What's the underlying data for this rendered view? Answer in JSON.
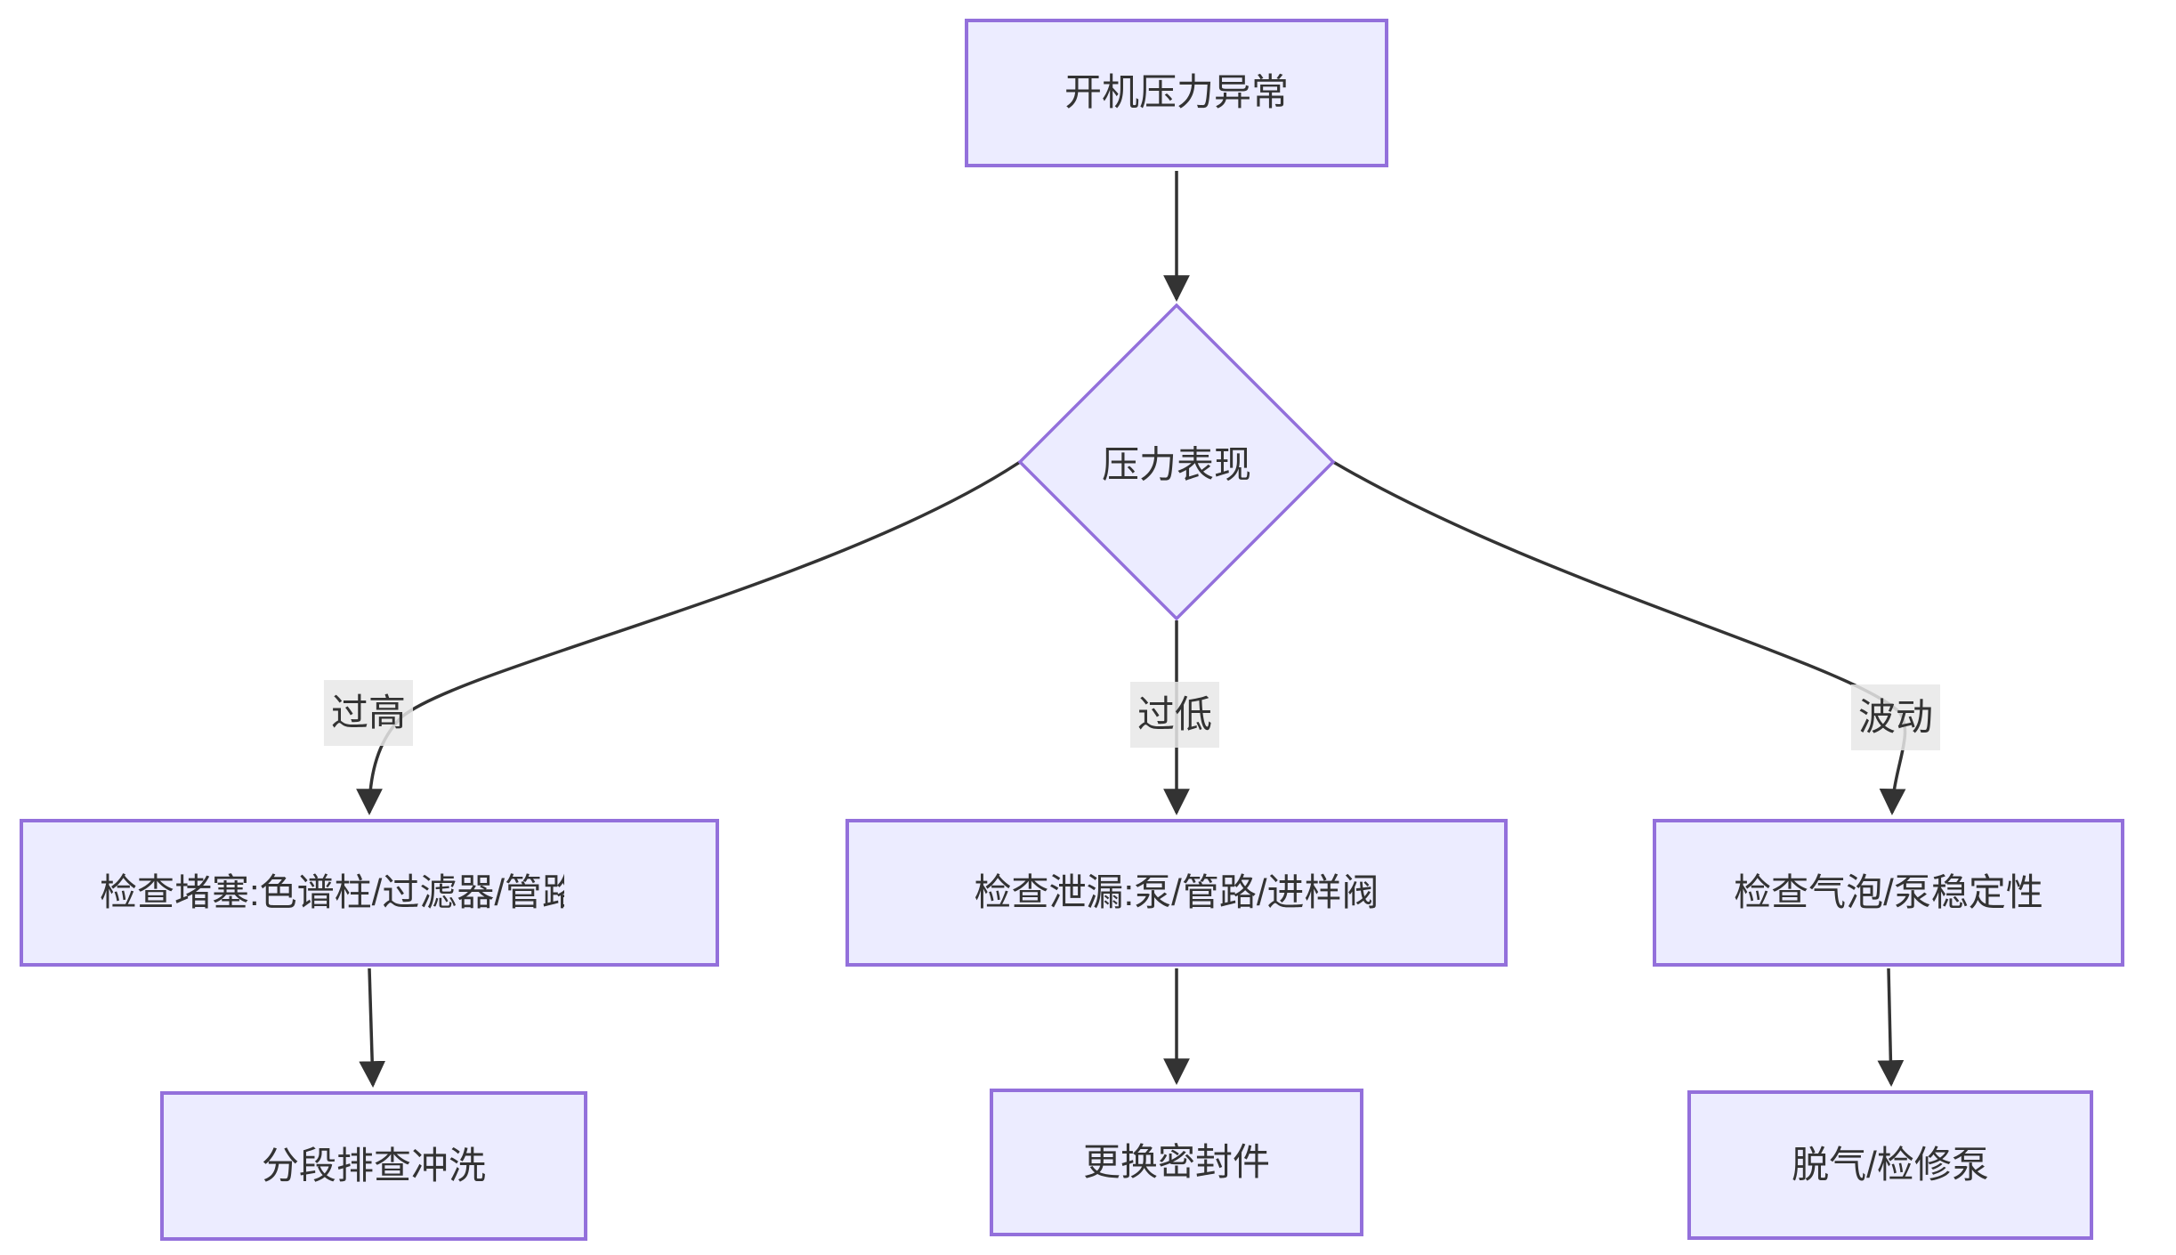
{
  "diagram": {
    "type": "flowchart",
    "direction": "top-down",
    "colors": {
      "background": "#ffffff",
      "node_fill": "#ECECFF",
      "node_border": "#9370DB",
      "edge_line": "#333333",
      "text": "#333333",
      "edge_label_bg": "#e8e8e8"
    },
    "nodes": {
      "start": {
        "label": "开机压力异常",
        "shape": "rectangle"
      },
      "decision": {
        "label": "压力表现",
        "shape": "diamond"
      },
      "check_blockage": {
        "label": "检查堵塞:色谱柱/过滤器/管路",
        "shape": "rectangle",
        "note": "text clipped at right edge in render"
      },
      "check_leak": {
        "label": "检查泄漏:泵/管路/进样阀",
        "shape": "rectangle"
      },
      "check_bubble": {
        "label": "检查气泡/泵稳定性",
        "shape": "rectangle"
      },
      "flush": {
        "label": "分段排查冲洗",
        "shape": "rectangle"
      },
      "replace_seal": {
        "label": "更换密封件",
        "shape": "rectangle"
      },
      "degas": {
        "label": "脱气/检修泵",
        "shape": "rectangle"
      }
    },
    "edge_labels": {
      "high": "过高",
      "low": "过低",
      "fluctuation": "波动"
    },
    "edges": [
      {
        "from": "start",
        "to": "decision",
        "label": ""
      },
      {
        "from": "decision",
        "to": "check_blockage",
        "label": "过高"
      },
      {
        "from": "decision",
        "to": "check_leak",
        "label": "过低"
      },
      {
        "from": "decision",
        "to": "check_bubble",
        "label": "波动"
      },
      {
        "from": "check_blockage",
        "to": "flush",
        "label": ""
      },
      {
        "from": "check_leak",
        "to": "replace_seal",
        "label": ""
      },
      {
        "from": "check_bubble",
        "to": "degas",
        "label": ""
      }
    ]
  }
}
